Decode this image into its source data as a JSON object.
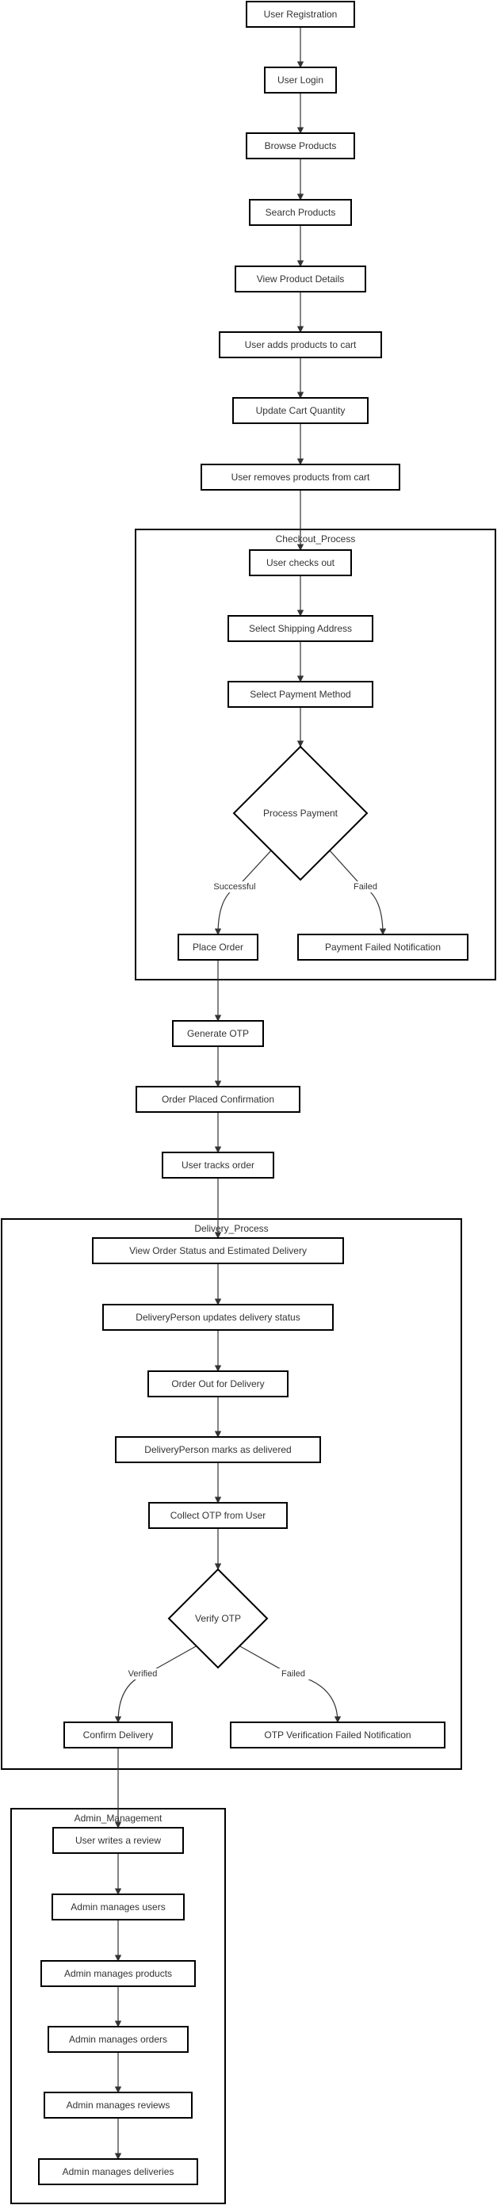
{
  "clusters": [
    {
      "id": "checkout",
      "label": "Checkout_Process"
    },
    {
      "id": "delivery",
      "label": "Delivery_Process"
    },
    {
      "id": "admin",
      "label": "Admin_Management"
    }
  ],
  "nodes": [
    {
      "id": "n1",
      "label": "User Registration"
    },
    {
      "id": "n2",
      "label": "User Login"
    },
    {
      "id": "n3",
      "label": "Browse Products"
    },
    {
      "id": "n4",
      "label": "Search Products"
    },
    {
      "id": "n5",
      "label": "View Product Details"
    },
    {
      "id": "n6",
      "label": "User adds products to cart"
    },
    {
      "id": "n7",
      "label": "Update Cart Quantity"
    },
    {
      "id": "n8",
      "label": "User removes products from cart"
    },
    {
      "id": "c1",
      "label": "User checks out"
    },
    {
      "id": "c2",
      "label": "Select Shipping Address"
    },
    {
      "id": "c3",
      "label": "Select Payment Method"
    },
    {
      "id": "c4",
      "label": "Process Payment",
      "shape": "diamond"
    },
    {
      "id": "c5",
      "label": "Place Order"
    },
    {
      "id": "c6",
      "label": "Payment Failed Notification"
    },
    {
      "id": "g1",
      "label": "Generate OTP"
    },
    {
      "id": "g2",
      "label": "Order Placed Confirmation"
    },
    {
      "id": "g3",
      "label": "User tracks order"
    },
    {
      "id": "d1",
      "label": "View Order Status and Estimated Delivery"
    },
    {
      "id": "d2",
      "label": "DeliveryPerson updates delivery status"
    },
    {
      "id": "d3",
      "label": "Order Out for Delivery"
    },
    {
      "id": "d4",
      "label": "DeliveryPerson marks as delivered"
    },
    {
      "id": "d5",
      "label": "Collect OTP from User"
    },
    {
      "id": "d6",
      "label": "Verify OTP",
      "shape": "diamond"
    },
    {
      "id": "d7",
      "label": "Confirm Delivery"
    },
    {
      "id": "d8",
      "label": "OTP Verification Failed Notification"
    },
    {
      "id": "a1",
      "label": "User writes a review"
    },
    {
      "id": "a2",
      "label": "Admin manages users"
    },
    {
      "id": "a3",
      "label": "Admin manages products"
    },
    {
      "id": "a4",
      "label": "Admin manages orders"
    },
    {
      "id": "a5",
      "label": "Admin manages reviews"
    },
    {
      "id": "a6",
      "label": "Admin manages deliveries"
    }
  ],
  "edges": [
    {
      "from": "n1",
      "to": "n2"
    },
    {
      "from": "n2",
      "to": "n3"
    },
    {
      "from": "n3",
      "to": "n4"
    },
    {
      "from": "n4",
      "to": "n5"
    },
    {
      "from": "n5",
      "to": "n6"
    },
    {
      "from": "n6",
      "to": "n7"
    },
    {
      "from": "n7",
      "to": "n8"
    },
    {
      "from": "n8",
      "to": "c1"
    },
    {
      "from": "c1",
      "to": "c2"
    },
    {
      "from": "c2",
      "to": "c3"
    },
    {
      "from": "c3",
      "to": "c4"
    },
    {
      "from": "c4",
      "to": "c5",
      "label": "Successful"
    },
    {
      "from": "c4",
      "to": "c6",
      "label": "Failed"
    },
    {
      "from": "c5",
      "to": "g1"
    },
    {
      "from": "g1",
      "to": "g2"
    },
    {
      "from": "g2",
      "to": "g3"
    },
    {
      "from": "g3",
      "to": "d1"
    },
    {
      "from": "d1",
      "to": "d2"
    },
    {
      "from": "d2",
      "to": "d3"
    },
    {
      "from": "d3",
      "to": "d4"
    },
    {
      "from": "d4",
      "to": "d5"
    },
    {
      "from": "d5",
      "to": "d6"
    },
    {
      "from": "d6",
      "to": "d7",
      "label": "Verified"
    },
    {
      "from": "d6",
      "to": "d8",
      "label": "Failed"
    },
    {
      "from": "d7",
      "to": "a1"
    },
    {
      "from": "a1",
      "to": "a2"
    },
    {
      "from": "a2",
      "to": "a3"
    },
    {
      "from": "a3",
      "to": "a4"
    },
    {
      "from": "a4",
      "to": "a5"
    },
    {
      "from": "a5",
      "to": "a6"
    }
  ]
}
